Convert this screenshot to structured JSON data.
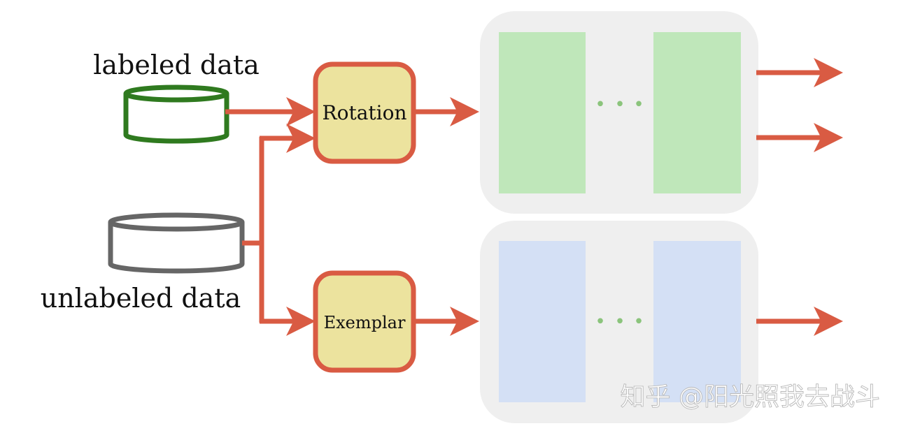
{
  "sources": {
    "labeled": "labeled data",
    "unlabeled": "unlabeled data"
  },
  "modules": {
    "rotation": "Rotation",
    "exemplar": "Exemplar"
  },
  "ellipsis_glyph": "•",
  "watermark": "知乎 @阳光照我去战斗",
  "colors": {
    "arrow": "#d95b43",
    "module_fill": "#ece39e",
    "module_border": "#d95b43",
    "labeled_cylinder": "#2f7a1f",
    "unlabeled_cylinder": "#666666",
    "panel_background": "#efefef",
    "rotation_layer": "#bfe7ba",
    "exemplar_layer": "#d4e0f5",
    "ellipsis_dots": "#8bc47c"
  },
  "icons": {
    "labeled_source": "cylinder-icon",
    "unlabeled_source": "cylinder-icon"
  }
}
